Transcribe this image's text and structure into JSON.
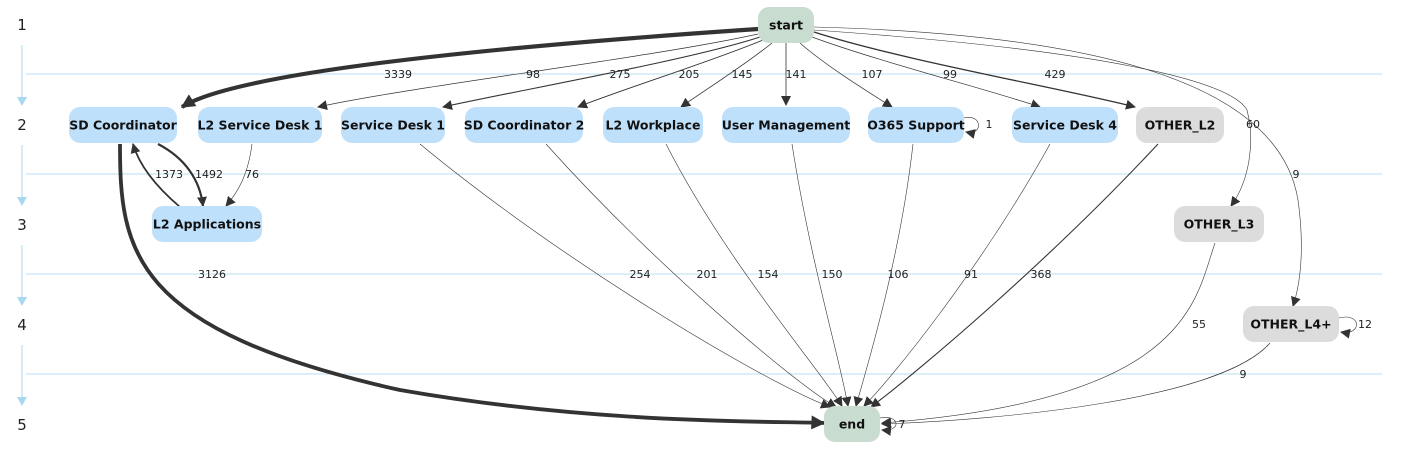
{
  "levels": [
    "1",
    "2",
    "3",
    "4",
    "5"
  ],
  "colors": {
    "blue_node": "#bfe0fb",
    "gray_node": "#dcdcdc",
    "green_node": "#c8dccf",
    "edge": "#333333"
  },
  "nodes": {
    "start": {
      "label": "start",
      "kind": "green_node"
    },
    "end": {
      "label": "end",
      "kind": "green_node"
    },
    "sd_coord": {
      "label": "SD Coordinator",
      "kind": "blue_node"
    },
    "l2_sd1": {
      "label": "L2 Service Desk 1",
      "kind": "blue_node"
    },
    "sd1": {
      "label": "Service Desk 1",
      "kind": "blue_node"
    },
    "sd_coord2": {
      "label": "SD Coordinator 2",
      "kind": "blue_node"
    },
    "l2_work": {
      "label": "L2 Workplace",
      "kind": "blue_node"
    },
    "user_mgmt": {
      "label": "User Management",
      "kind": "blue_node"
    },
    "o365": {
      "label": "O365 Support",
      "kind": "blue_node"
    },
    "sd4": {
      "label": "Service Desk 4",
      "kind": "blue_node"
    },
    "other_l2": {
      "label": "OTHER_L2",
      "kind": "gray_node"
    },
    "l2_apps": {
      "label": "L2 Applications",
      "kind": "blue_node"
    },
    "other_l3": {
      "label": "OTHER_L3",
      "kind": "gray_node"
    },
    "other_l4": {
      "label": "OTHER_L4+",
      "kind": "gray_node"
    }
  },
  "edges": [
    {
      "from": "start",
      "to": "sd_coord",
      "count": "3339"
    },
    {
      "from": "start",
      "to": "l2_sd1",
      "count": "98"
    },
    {
      "from": "start",
      "to": "sd1",
      "count": "275"
    },
    {
      "from": "start",
      "to": "sd_coord2",
      "count": "205"
    },
    {
      "from": "start",
      "to": "l2_work",
      "count": "145"
    },
    {
      "from": "start",
      "to": "user_mgmt",
      "count": "141"
    },
    {
      "from": "start",
      "to": "o365",
      "count": "107"
    },
    {
      "from": "start",
      "to": "sd4",
      "count": "99"
    },
    {
      "from": "start",
      "to": "other_l2",
      "count": "429"
    },
    {
      "from": "start",
      "to": "other_l3",
      "count": "60"
    },
    {
      "from": "start",
      "to": "other_l4",
      "count": "9"
    },
    {
      "from": "o365",
      "to": "o365",
      "count": "1"
    },
    {
      "from": "l2_apps",
      "to": "sd_coord",
      "count": "1373"
    },
    {
      "from": "sd_coord",
      "to": "l2_apps",
      "count": "1492"
    },
    {
      "from": "l2_sd1",
      "to": "l2_apps",
      "count": "76"
    },
    {
      "from": "sd_coord",
      "to": "end",
      "count": "3126"
    },
    {
      "from": "sd1",
      "to": "end",
      "count": "254"
    },
    {
      "from": "sd_coord2",
      "to": "end",
      "count": "201"
    },
    {
      "from": "l2_work",
      "to": "end",
      "count": "154"
    },
    {
      "from": "user_mgmt",
      "to": "end",
      "count": "150"
    },
    {
      "from": "o365",
      "to": "end",
      "count": "106"
    },
    {
      "from": "sd4",
      "to": "end",
      "count": "91"
    },
    {
      "from": "other_l2",
      "to": "end",
      "count": "368"
    },
    {
      "from": "other_l3",
      "to": "end",
      "count": "55"
    },
    {
      "from": "other_l4",
      "to": "other_l4",
      "count": "12"
    },
    {
      "from": "other_l4",
      "to": "end",
      "count": "9"
    },
    {
      "from": "end",
      "to": "end",
      "count": "7"
    }
  ]
}
